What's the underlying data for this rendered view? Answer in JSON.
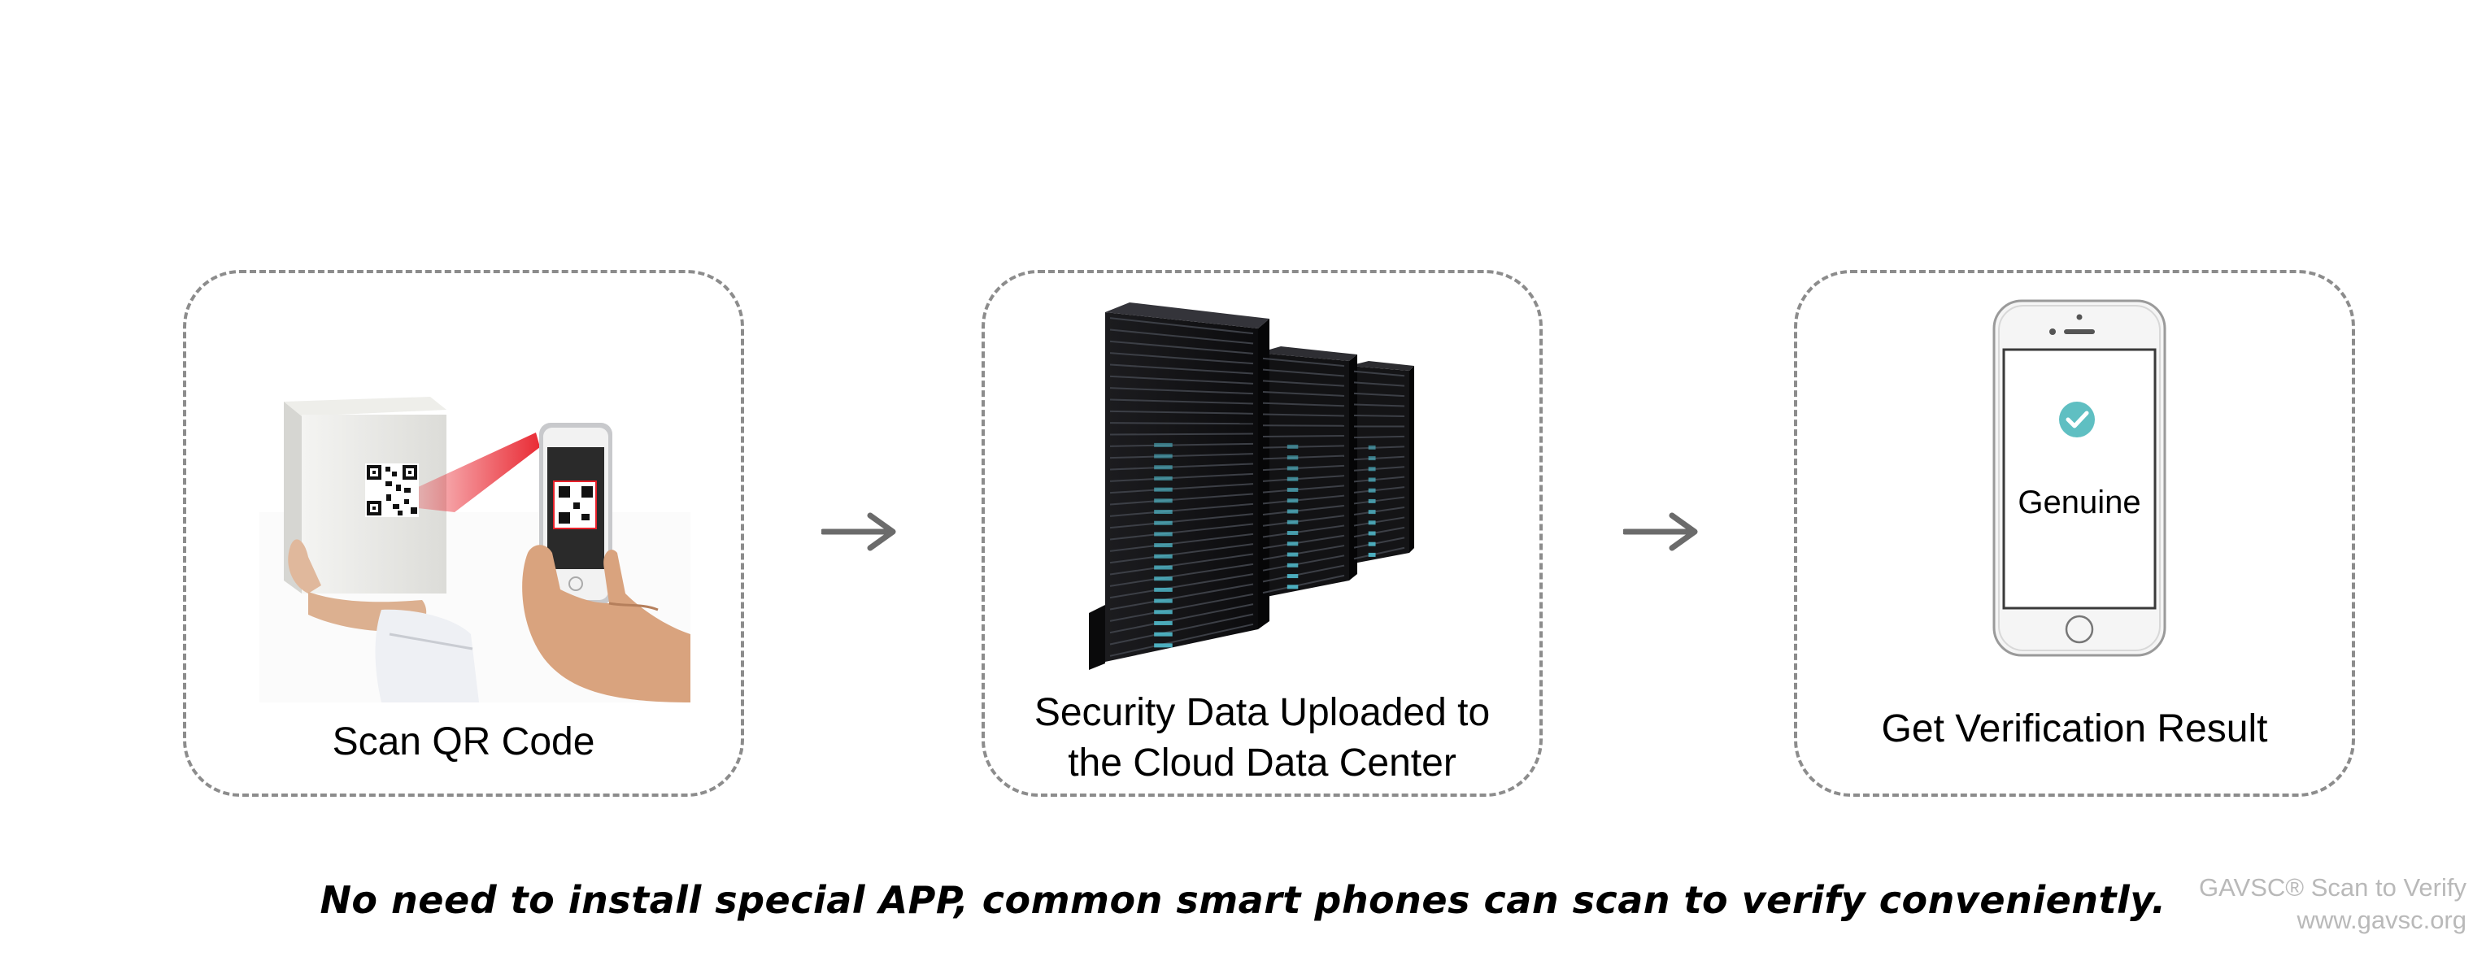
{
  "steps": [
    {
      "label": "Scan QR Code",
      "illustration": "hand-scanning-qr-code-with-phone"
    },
    {
      "label": "Security Data Uploaded to\nthe Cloud Data Center",
      "illustration": "server-racks"
    },
    {
      "label": "Get Verification Result",
      "illustration": "smartphone-result",
      "result_text": "Genuine"
    }
  ],
  "arrows": [
    "right-arrow-icon",
    "right-arrow-icon"
  ],
  "tagline": "No need to install special APP, common smart phones can scan to verify conveniently.",
  "brand": {
    "line1": "GAVSC® Scan to Verify",
    "line2": "www.gavsc.org"
  },
  "colors": {
    "border": "#8c8c8c",
    "arrow": "#6b6b6b",
    "check": "#5fbfc2",
    "laser": "#e8202a",
    "brand_text": "#b9b9b9"
  }
}
